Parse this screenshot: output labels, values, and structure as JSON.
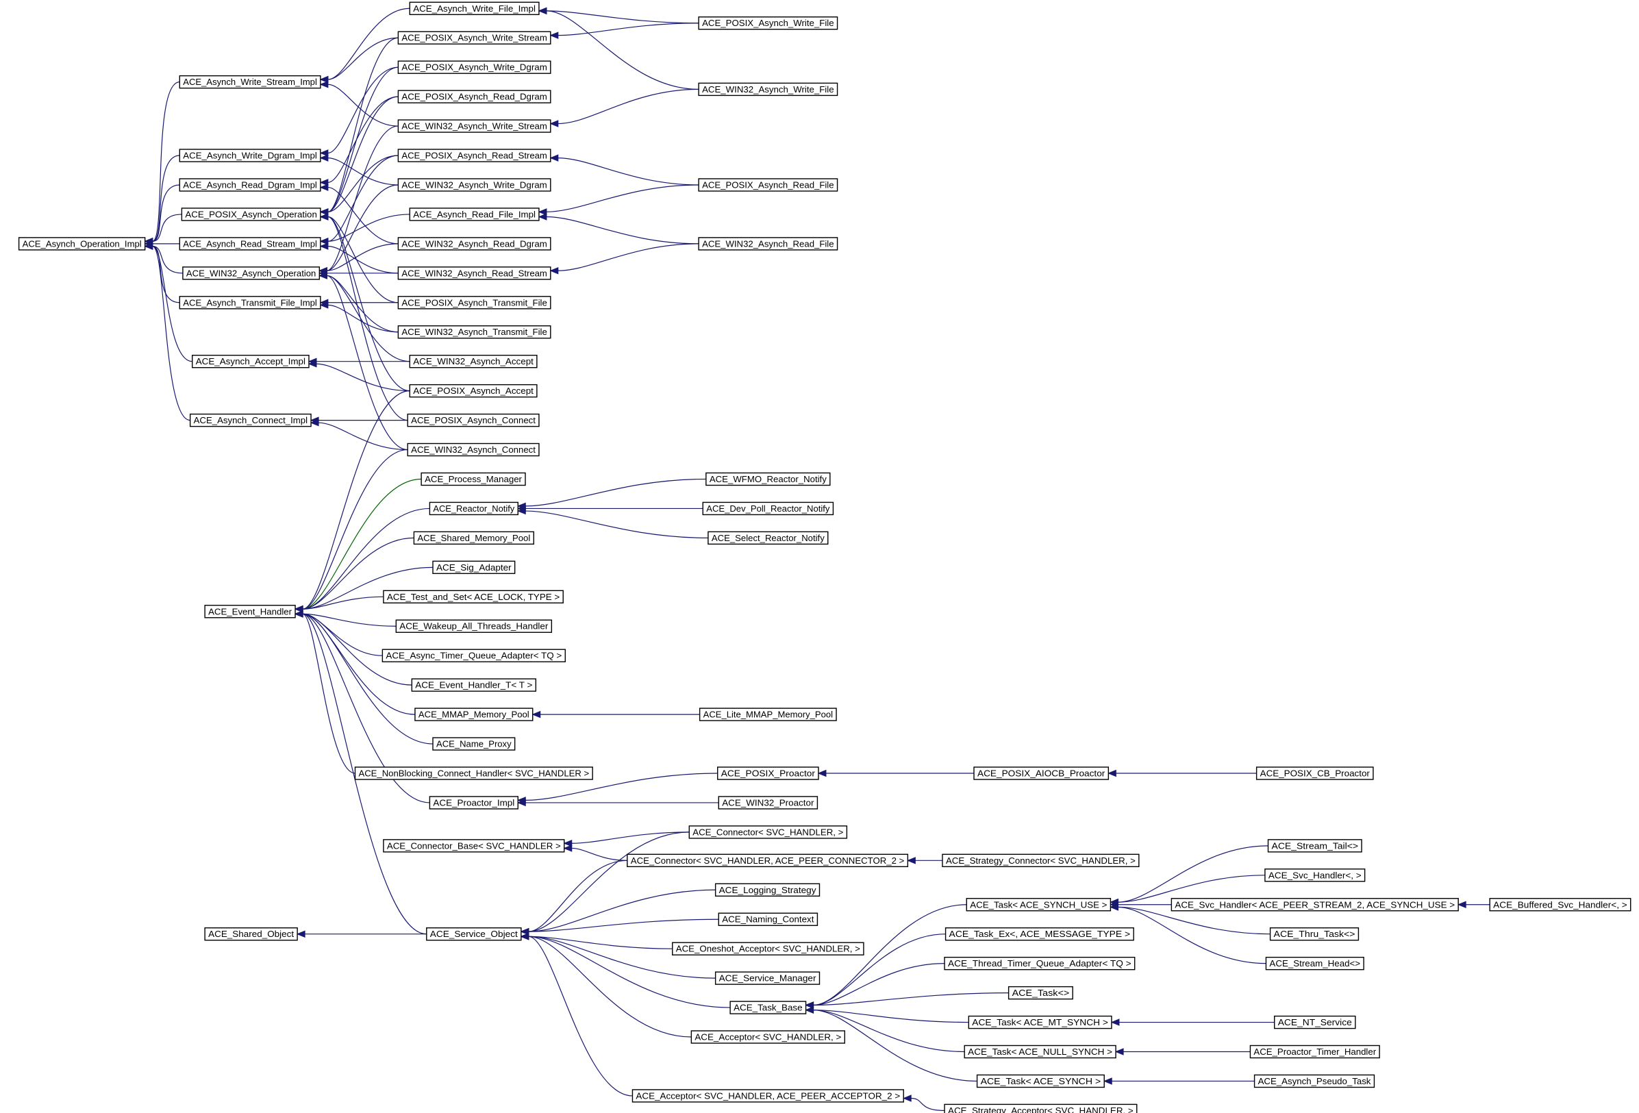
{
  "diagram_title": "",
  "colors": {
    "public_edge": "#191970",
    "protected_edge": "#006400",
    "box_border": "#000000"
  },
  "nodes": {
    "aoi": "ACE_Asynch_Operation_Impl",
    "wsi": "ACE_Asynch_Write_Stream_Impl",
    "wdi": "ACE_Asynch_Write_Dgram_Impl",
    "rdi": "ACE_Asynch_Read_Dgram_Impl",
    "pao": "ACE_POSIX_Asynch_Operation",
    "rsi": "ACE_Asynch_Read_Stream_Impl",
    "wao": "ACE_WIN32_Asynch_Operation",
    "tfi": "ACE_Asynch_Transmit_File_Impl",
    "aci": "ACE_Asynch_Accept_Impl",
    "coi": "ACE_Asynch_Connect_Impl",
    "eh": "ACE_Event_Handler",
    "so_shared": "ACE_Shared_Object",
    "wfi": "ACE_Asynch_Write_File_Impl",
    "paws": "ACE_POSIX_Asynch_Write_Stream",
    "pawd": "ACE_POSIX_Asynch_Write_Dgram",
    "pard": "ACE_POSIX_Asynch_Read_Dgram",
    "waws": "ACE_WIN32_Asynch_Write_Stream",
    "pars": "ACE_POSIX_Asynch_Read_Stream",
    "wawd": "ACE_WIN32_Asynch_Write_Dgram",
    "rfi": "ACE_Asynch_Read_File_Impl",
    "ward": "ACE_WIN32_Asynch_Read_Dgram",
    "wars": "ACE_WIN32_Asynch_Read_Stream",
    "patf": "ACE_POSIX_Asynch_Transmit_File",
    "watf": "ACE_WIN32_Asynch_Transmit_File",
    "waa": "ACE_WIN32_Asynch_Accept",
    "paa": "ACE_POSIX_Asynch_Accept",
    "pac": "ACE_POSIX_Asynch_Connect",
    "wac": "ACE_WIN32_Asynch_Connect",
    "pm": "ACE_Process_Manager",
    "rn": "ACE_Reactor_Notify",
    "smp": "ACE_Shared_Memory_Pool",
    "sig": "ACE_Sig_Adapter",
    "tas": "ACE_Test_and_Set< ACE_LOCK, TYPE >",
    "wath": "ACE_Wakeup_All_Threads_Handler",
    "atqa": "ACE_Async_Timer_Queue_Adapter< TQ >",
    "eht": "ACE_Event_Handler_T< T >",
    "mmap": "ACE_MMAP_Memory_Pool",
    "np": "ACE_Name_Proxy",
    "nbch": "ACE_NonBlocking_Connect_Handler< SVC_HANDLER >",
    "pi": "ACE_Proactor_Impl",
    "cb": "ACE_Connector_Base< SVC_HANDLER >",
    "so": "ACE_Service_Object",
    "pawf": "ACE_POSIX_Asynch_Write_File",
    "wawf": "ACE_WIN32_Asynch_Write_File",
    "parf": "ACE_POSIX_Asynch_Read_File",
    "warf": "ACE_WIN32_Asynch_Read_File",
    "wfmo": "ACE_WFMO_Reactor_Notify",
    "dprn": "ACE_Dev_Poll_Reactor_Notify",
    "srn": "ACE_Select_Reactor_Notify",
    "lmmap": "ACE_Lite_MMAP_Memory_Pool",
    "pp": "ACE_POSIX_Proactor",
    "wp": "ACE_WIN32_Proactor",
    "con1": "ACE_Connector< SVC_HANDLER, >",
    "con2": "ACE_Connector< SVC_HANDLER, ACE_PEER_CONNECTOR_2 >",
    "ls": "ACE_Logging_Strategy",
    "nc": "ACE_Naming_Context",
    "osa": "ACE_Oneshot_Acceptor< SVC_HANDLER, >",
    "sm": "ACE_Service_Manager",
    "tb": "ACE_Task_Base",
    "acc1": "ACE_Acceptor< SVC_HANDLER, >",
    "acc2": "ACE_Acceptor< SVC_HANDLER, ACE_PEER_ACCEPTOR_2 >",
    "paiocb": "ACE_POSIX_AIOCB_Proactor",
    "sc": "ACE_Strategy_Connector< SVC_HANDLER, >",
    "tsu": "ACE_Task< ACE_SYNCH_USE >",
    "tex": "ACE_Task_Ex<, ACE_MESSAGE_TYPE >",
    "ttqa": "ACE_Thread_Timer_Queue_Adapter< TQ >",
    "t0": "ACE_Task<>",
    "tmt": "ACE_Task< ACE_MT_SYNCH >",
    "tnull": "ACE_Task< ACE_NULL_SYNCH >",
    "tsyn": "ACE_Task< ACE_SYNCH >",
    "sa": "ACE_Strategy_Acceptor< SVC_HANDLER, >",
    "pcb": "ACE_POSIX_CB_Proactor",
    "stail": "ACE_Stream_Tail<>",
    "svh": "ACE_Svc_Handler<, >",
    "svhp": "ACE_Svc_Handler< ACE_PEER_STREAM_2, ACE_SYNCH_USE >",
    "thru": "ACE_Thru_Task<>",
    "shead": "ACE_Stream_Head<>",
    "nts": "ACE_NT_Service",
    "pth": "ACE_Proactor_Timer_Handler",
    "apt": "ACE_Asynch_Pseudo_Task",
    "bsh": "ACE_Buffered_Svc_Handler<, >"
  },
  "edges": [
    [
      "wsi",
      "aoi"
    ],
    [
      "wdi",
      "aoi"
    ],
    [
      "rdi",
      "aoi"
    ],
    [
      "pao",
      "aoi"
    ],
    [
      "rsi",
      "aoi"
    ],
    [
      "wao",
      "aoi"
    ],
    [
      "tfi",
      "aoi"
    ],
    [
      "aci",
      "aoi"
    ],
    [
      "coi",
      "aoi"
    ],
    [
      "wfi",
      "wsi"
    ],
    [
      "paws",
      "wsi"
    ],
    [
      "paws",
      "pao"
    ],
    [
      "pawd",
      "wdi"
    ],
    [
      "pawd",
      "pao"
    ],
    [
      "pard",
      "rdi"
    ],
    [
      "pard",
      "pao"
    ],
    [
      "waws",
      "wsi"
    ],
    [
      "waws",
      "wao"
    ],
    [
      "pars",
      "rsi"
    ],
    [
      "pars",
      "pao"
    ],
    [
      "wawd",
      "wdi"
    ],
    [
      "wawd",
      "wao"
    ],
    [
      "rfi",
      "rsi"
    ],
    [
      "ward",
      "rdi"
    ],
    [
      "ward",
      "wao"
    ],
    [
      "wars",
      "rsi"
    ],
    [
      "wars",
      "wao"
    ],
    [
      "patf",
      "tfi"
    ],
    [
      "patf",
      "pao"
    ],
    [
      "watf",
      "tfi"
    ],
    [
      "watf",
      "wao"
    ],
    [
      "waa",
      "aci"
    ],
    [
      "waa",
      "wao"
    ],
    [
      "paa",
      "aci"
    ],
    [
      "paa",
      "pao"
    ],
    [
      "pac",
      "coi"
    ],
    [
      "pac",
      "pao"
    ],
    [
      "wac",
      "coi"
    ],
    [
      "wac",
      "wao"
    ],
    [
      "pawf",
      "wfi"
    ],
    [
      "pawf",
      "paws"
    ],
    [
      "wawf",
      "wfi"
    ],
    [
      "wawf",
      "waws"
    ],
    [
      "parf",
      "rfi"
    ],
    [
      "parf",
      "pars"
    ],
    [
      "warf",
      "rfi"
    ],
    [
      "warf",
      "wars"
    ],
    [
      "paa",
      "eh"
    ],
    [
      "wac",
      "eh"
    ],
    [
      "pm",
      "eh",
      "protected"
    ],
    [
      "rn",
      "eh"
    ],
    [
      "smp",
      "eh"
    ],
    [
      "sig",
      "eh"
    ],
    [
      "tas",
      "eh"
    ],
    [
      "wath",
      "eh"
    ],
    [
      "atqa",
      "eh"
    ],
    [
      "eht",
      "eh"
    ],
    [
      "mmap",
      "eh"
    ],
    [
      "np",
      "eh"
    ],
    [
      "nbch",
      "eh"
    ],
    [
      "pi",
      "eh"
    ],
    [
      "so",
      "eh"
    ],
    [
      "wfmo",
      "rn"
    ],
    [
      "dprn",
      "rn"
    ],
    [
      "srn",
      "rn"
    ],
    [
      "lmmap",
      "mmap"
    ],
    [
      "pp",
      "pi"
    ],
    [
      "wp",
      "pi"
    ],
    [
      "paiocb",
      "pp"
    ],
    [
      "pcb",
      "paiocb"
    ],
    [
      "con1",
      "cb"
    ],
    [
      "con2",
      "cb"
    ],
    [
      "sc",
      "con2"
    ],
    [
      "so",
      "so_shared"
    ],
    [
      "con1",
      "so"
    ],
    [
      "con2",
      "so"
    ],
    [
      "ls",
      "so"
    ],
    [
      "nc",
      "so"
    ],
    [
      "osa",
      "so"
    ],
    [
      "sm",
      "so"
    ],
    [
      "tb",
      "so"
    ],
    [
      "acc1",
      "so"
    ],
    [
      "acc2",
      "so"
    ],
    [
      "sa",
      "acc2"
    ],
    [
      "tsu",
      "tb"
    ],
    [
      "tex",
      "tb"
    ],
    [
      "ttqa",
      "tb"
    ],
    [
      "t0",
      "tb"
    ],
    [
      "tmt",
      "tb"
    ],
    [
      "tnull",
      "tb"
    ],
    [
      "tsyn",
      "tb"
    ],
    [
      "stail",
      "tsu"
    ],
    [
      "svh",
      "tsu"
    ],
    [
      "svhp",
      "tsu"
    ],
    [
      "thru",
      "tsu"
    ],
    [
      "shead",
      "tsu"
    ],
    [
      "bsh",
      "svhp"
    ],
    [
      "nts",
      "tmt"
    ],
    [
      "pth",
      "tnull"
    ],
    [
      "apt",
      "tsyn"
    ]
  ]
}
